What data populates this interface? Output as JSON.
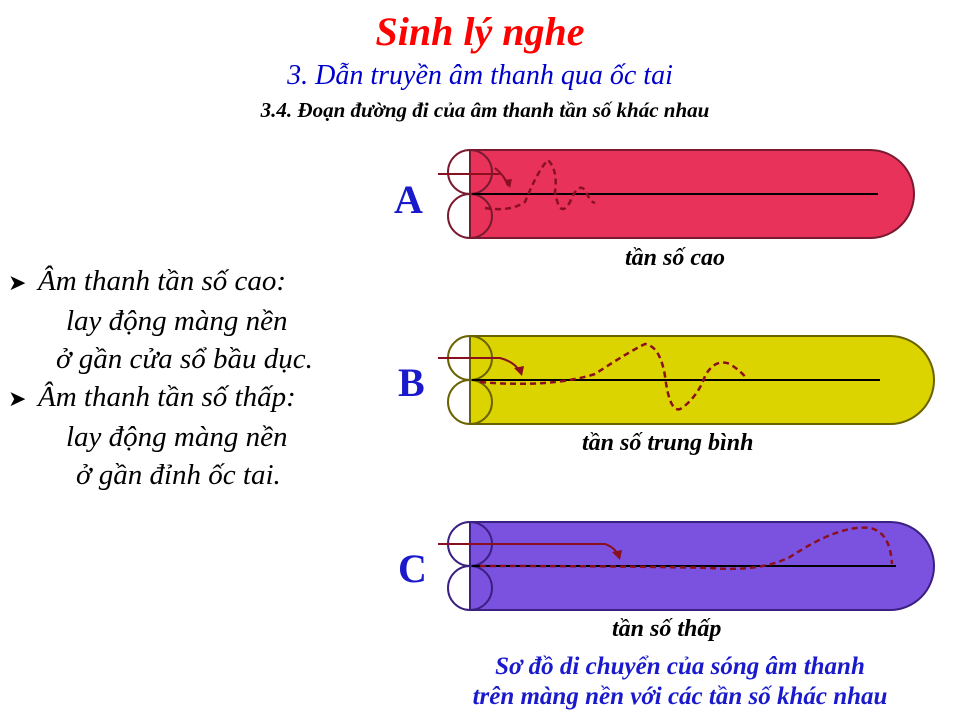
{
  "header": {
    "title": "Sinh lý nghe",
    "subtitle": "3. Dẫn truyền âm thanh qua ốc tai",
    "section": "3.4. Đoạn đường đi của âm thanh tần số khác nhau"
  },
  "bullets": [
    {
      "lines": [
        "Âm thanh tần số cao:",
        "lay động màng nền",
        "ở gần cửa sổ bầu dục."
      ]
    },
    {
      "lines": [
        "Âm thanh tần số thấp:",
        "lay động màng nền",
        "ở gần đỉnh ốc tai."
      ]
    }
  ],
  "diagram": {
    "panels": [
      {
        "letter": "A",
        "caption": "tần số cao",
        "color": "#e8325a"
      },
      {
        "letter": "B",
        "caption": "tần số trung bình",
        "color": "#dcd400"
      },
      {
        "letter": "C",
        "caption": "tần số thấp",
        "color": "#7b52e0"
      }
    ],
    "bottom_caption": [
      "Sơ đồ di chuyển của sóng âm thanh",
      "trên màng nền với các tần số khác nhau"
    ]
  }
}
